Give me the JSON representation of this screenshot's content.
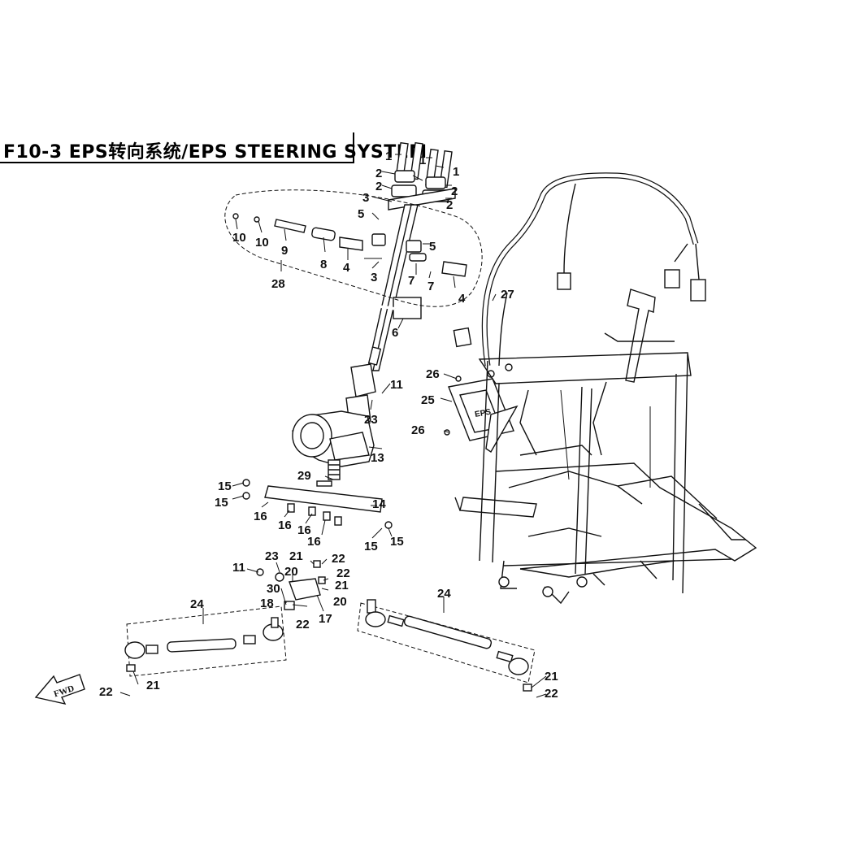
{
  "title": "F10-3 EPS转向系统/EPS STEERING SYSTEM",
  "fwd_label": "FWD",
  "ecu_label": "EPS",
  "callouts": [
    {
      "id": "c1a",
      "text": "1"
    },
    {
      "id": "c1b",
      "text": "1"
    },
    {
      "id": "c1c",
      "text": "1"
    },
    {
      "id": "c1d",
      "text": "1"
    },
    {
      "id": "c2a",
      "text": "2"
    },
    {
      "id": "c2b",
      "text": "2"
    },
    {
      "id": "c2c",
      "text": "2"
    },
    {
      "id": "c2d",
      "text": "2"
    },
    {
      "id": "c2e",
      "text": "2"
    },
    {
      "id": "c3a",
      "text": "3"
    },
    {
      "id": "c3b",
      "text": "3"
    },
    {
      "id": "c4a",
      "text": "4"
    },
    {
      "id": "c4b",
      "text": "4"
    },
    {
      "id": "c5a",
      "text": "5"
    },
    {
      "id": "c5b",
      "text": "5"
    },
    {
      "id": "c6",
      "text": "6"
    },
    {
      "id": "c7a",
      "text": "7"
    },
    {
      "id": "c7b",
      "text": "7"
    },
    {
      "id": "c8",
      "text": "8"
    },
    {
      "id": "c9",
      "text": "9"
    },
    {
      "id": "c10a",
      "text": "10"
    },
    {
      "id": "c10b",
      "text": "10"
    },
    {
      "id": "c11a",
      "text": "11"
    },
    {
      "id": "c11b",
      "text": "11"
    },
    {
      "id": "c13",
      "text": "13"
    },
    {
      "id": "c14",
      "text": "14"
    },
    {
      "id": "c15a",
      "text": "15"
    },
    {
      "id": "c15b",
      "text": "15"
    },
    {
      "id": "c15c",
      "text": "15"
    },
    {
      "id": "c15d",
      "text": "15"
    },
    {
      "id": "c16a",
      "text": "16"
    },
    {
      "id": "c16b",
      "text": "16"
    },
    {
      "id": "c16c",
      "text": "16"
    },
    {
      "id": "c16d",
      "text": "16"
    },
    {
      "id": "c17",
      "text": "17"
    },
    {
      "id": "c18",
      "text": "18"
    },
    {
      "id": "c20a",
      "text": "20"
    },
    {
      "id": "c20b",
      "text": "20"
    },
    {
      "id": "c21a",
      "text": "21"
    },
    {
      "id": "c21b",
      "text": "21"
    },
    {
      "id": "c21c",
      "text": "21"
    },
    {
      "id": "c21d",
      "text": "21"
    },
    {
      "id": "c22a",
      "text": "22"
    },
    {
      "id": "c22b",
      "text": "22"
    },
    {
      "id": "c22c",
      "text": "22"
    },
    {
      "id": "c22d",
      "text": "22"
    },
    {
      "id": "c22e",
      "text": "22"
    },
    {
      "id": "c23a",
      "text": "23"
    },
    {
      "id": "c23b",
      "text": "23"
    },
    {
      "id": "c24a",
      "text": "24"
    },
    {
      "id": "c24b",
      "text": "24"
    },
    {
      "id": "c25",
      "text": "25"
    },
    {
      "id": "c26a",
      "text": "26"
    },
    {
      "id": "c26b",
      "text": "26"
    },
    {
      "id": "c27",
      "text": "27"
    },
    {
      "id": "c28",
      "text": "28"
    },
    {
      "id": "c29",
      "text": "29"
    },
    {
      "id": "c30",
      "text": "30"
    }
  ]
}
